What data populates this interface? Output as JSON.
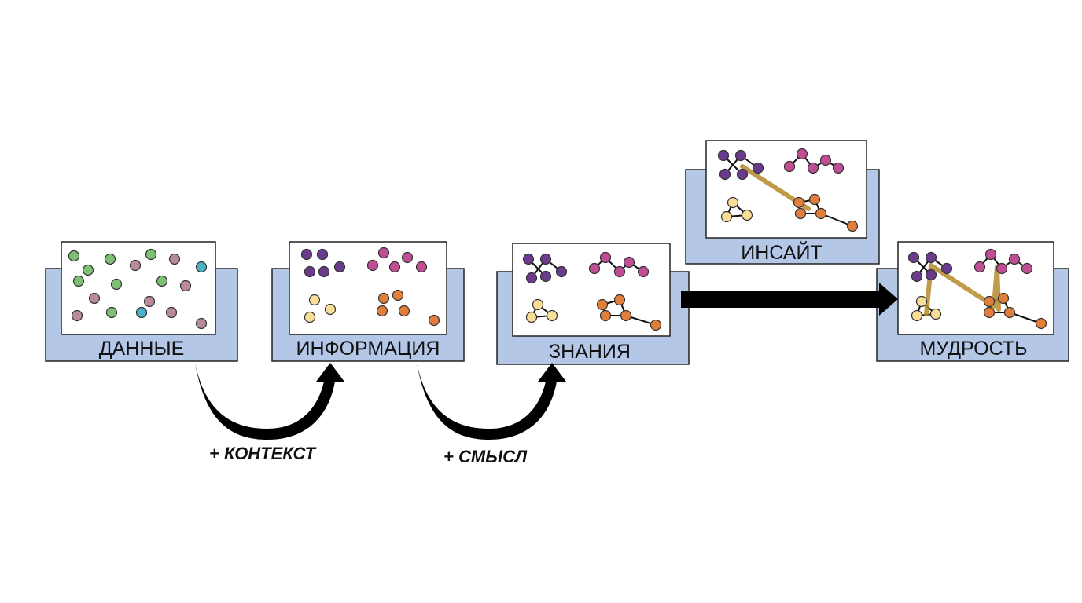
{
  "stages": {
    "data": {
      "label": "ДАННЫЕ"
    },
    "information": {
      "label": "ИНФОРМАЦИЯ"
    },
    "knowledge": {
      "label": "ЗНАНИЯ"
    },
    "insight": {
      "label": "ИНСАЙТ"
    },
    "wisdom": {
      "label": "МУДРОСТЬ"
    }
  },
  "transitions": {
    "context": {
      "label": "+ КОНТЕКСТ"
    },
    "meaning": {
      "label": "+ СМЫСЛ"
    }
  },
  "colors": {
    "panel_fill": "#b4c7e7",
    "card_fill": "#ffffff",
    "outline": "#222222",
    "arrow": "#000000",
    "insight_link": "#b58a2a",
    "green": "#7dbf73",
    "mauve": "#b98a9a",
    "teal": "#49b3c4",
    "purple": "#6a3a8c",
    "magenta": "#c04e94",
    "yellow": "#f9de98",
    "orange": "#e07e3c"
  }
}
